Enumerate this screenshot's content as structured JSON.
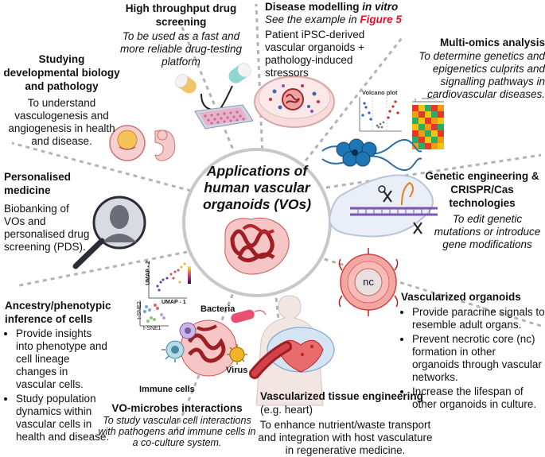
{
  "center": {
    "title": "Applications of human vascular organoids (VOs)"
  },
  "hts": {
    "title": "High throughput drug screening",
    "desc": "To be used as a fast and more reliable drug-testing platform"
  },
  "disease": {
    "title_plain": "Disease modelling ",
    "title_ital": "in vitro",
    "see_prefix": "See the example  in ",
    "see_link": "Figure 5",
    "desc": "Patient iPSC-derived vascular organoids + pathology-induced stressors"
  },
  "multiomics": {
    "title": "Multi-omics analysis",
    "desc": "To determine genetics and epigenetics culprits and signalling pathways in cardiovascular diseases.",
    "volcano_label": "Volcano plot"
  },
  "development": {
    "title": "Studying developmental biology and pathology",
    "desc": "To understand vasculogenesis and angiogenesis in health and disease."
  },
  "personalised": {
    "title": "Personalised medicine",
    "desc": "Biobanking of VOs and personalised drug screening (PDS)."
  },
  "genetic": {
    "title": "Genetic engineering & CRISPR/Cas technologies",
    "desc": "To edit genetic mutations or introduce gene modifications"
  },
  "ancestry": {
    "title": "Ancestry/phenotypic inference of cells",
    "bullets": [
      "Provide insights into phenotype and cell lineage changes in vascular cells.",
      "Study population dynamics within vascular cells in health and disease."
    ],
    "umap_y": "UMAP - 2",
    "umap_x": "UMAP - 1",
    "tsne_y": "t-SNE2",
    "tsne_x": "t-SNE1"
  },
  "vascularized": {
    "title": "Vascularized organoids",
    "nc": "nc",
    "bullets": [
      "Provide paracrine signals to resemble adult organs.",
      "Prevent necrotic core (nc) formation in other organoids through vascular networks.",
      "Increase the lifespan of other organoids in culture."
    ]
  },
  "microbes": {
    "title": "VO-microbes interactions",
    "desc": "To study vascular cell interactions with pathogens and immune cells in a co-culture system.",
    "bacteria": "Bacteria",
    "virus": "Virus",
    "immune": "Immune cells"
  },
  "tissue": {
    "title": "Vascularized tissue engineering",
    "title_suffix": " (e.g. heart)",
    "desc": "To enhance nutrient/waste transport and integration with host vasculature in regenerative medicine."
  }
}
